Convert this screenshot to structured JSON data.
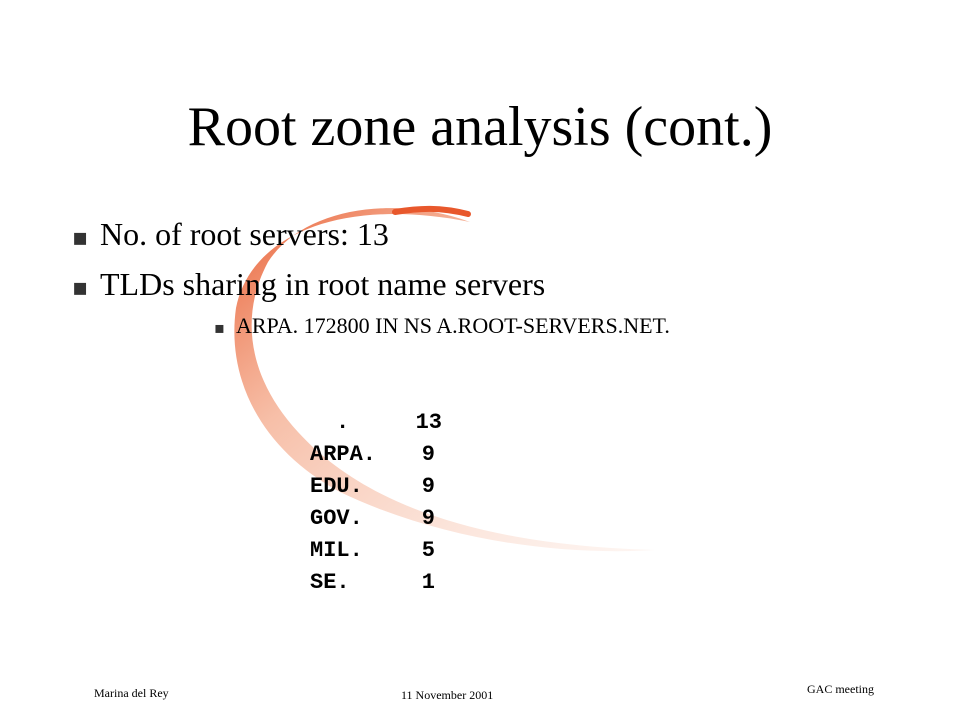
{
  "slide": {
    "title": "Root zone analysis (cont.)",
    "bullets": [
      {
        "marker": "▪",
        "text": "No. of root servers: 13"
      },
      {
        "marker": "▪",
        "text": "TLDs sharing in root name servers"
      }
    ],
    "sub_bullet": {
      "marker": "▪",
      "text": "ARPA. 172800 IN NS A.ROOT-SERVERS.NET."
    },
    "counts": [
      {
        "tld": ".",
        "count": "13"
      },
      {
        "tld": "ARPA.",
        "count": "9"
      },
      {
        "tld": "EDU.",
        "count": "9"
      },
      {
        "tld": "GOV.",
        "count": "9"
      },
      {
        "tld": "MIL.",
        "count": "5"
      },
      {
        "tld": "SE.",
        "count": "1"
      }
    ],
    "footer": {
      "left": "Marina del Rey",
      "center": "11 November 2001",
      "right": "GAC meeting"
    },
    "colors": {
      "swoosh": "#e8582c",
      "text": "#000000",
      "background": "#ffffff"
    }
  }
}
